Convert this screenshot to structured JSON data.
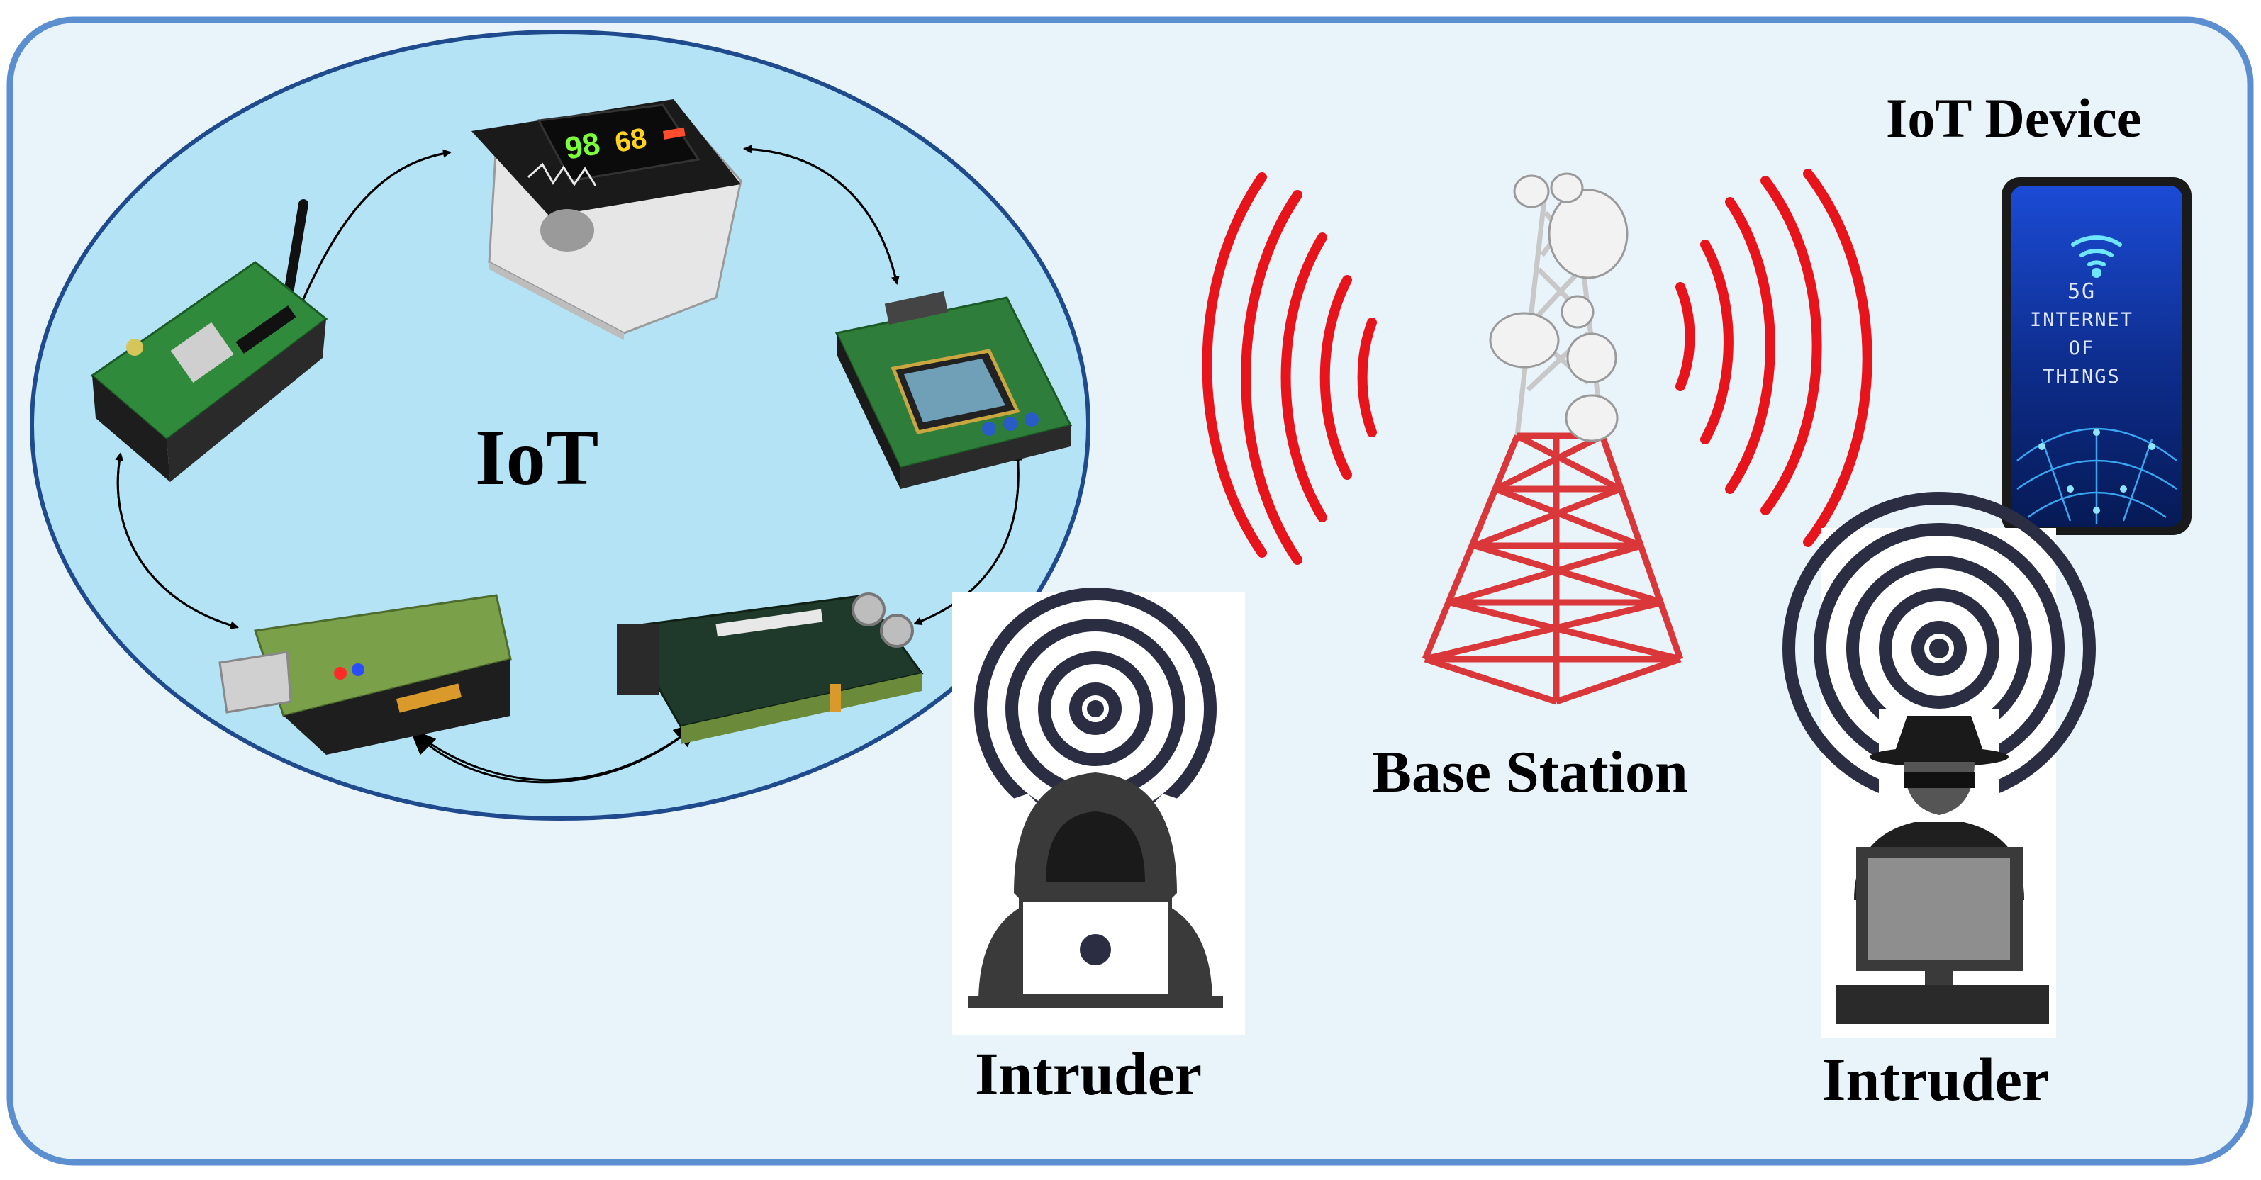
{
  "labels": {
    "iot": "IoT",
    "iot_device": "IoT Device",
    "base_station": "Base Station",
    "intruder_left": "Intruder",
    "intruder_right": "Intruder"
  },
  "phone": {
    "line1": "5G",
    "line2": "INTERNET",
    "line3": "OF",
    "line4": "THINGS"
  },
  "oximeter": {
    "reading1": "98",
    "reading2": "68"
  },
  "colors": {
    "frame_border": "#5b8fd0",
    "frame_fill": "#e8f3fa",
    "iot_cluster_fill": "#b3e3f5",
    "iot_cluster_border": "#1f4b8e",
    "signal_red": "#e8141c",
    "intruder_signal": "#2b2d42",
    "tower_red": "#d9373a",
    "tower_white": "#c8c8c8",
    "pcb_green": "#2f8a3c"
  },
  "icons": {
    "tower": "cell-tower-icon",
    "hooded_hacker": "hooded-hacker-icon",
    "spy_hacker": "spy-hacker-icon",
    "smartphone": "smartphone-icon",
    "wifi": "wifi-icon"
  }
}
